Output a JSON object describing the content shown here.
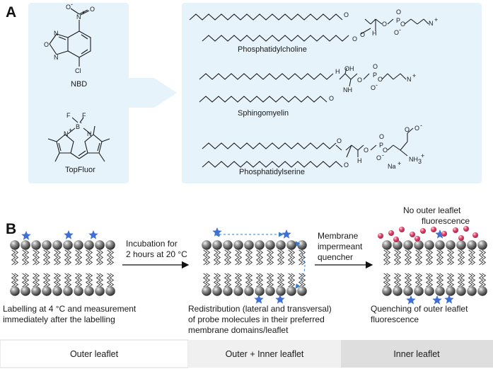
{
  "panel_a": {
    "letter": "A",
    "probes": {
      "nbd": "NBD",
      "topfluor": "TopFluor"
    },
    "lipids": {
      "pc": "Phosphatidylcholine",
      "sm": "Sphingomyelin",
      "ps": "Phosphatidylserine"
    },
    "atoms": {
      "no2_n": "N",
      "no2_plus": "+",
      "no2_o1": "O",
      "no2_o2": "O",
      "no2_minus": "-",
      "ring_n1": "N",
      "ring_o": "O",
      "ring_n2": "N",
      "cl": "Cl",
      "bf_f1": "F",
      "bf_f2": "F",
      "bf_b": "B",
      "bf_bminus": "-",
      "bf_n1": "N",
      "bf_n2": "N",
      "bf_nplus": "+",
      "o": "O",
      "p": "P",
      "h": "H",
      "oh": "OH",
      "nh": "NH",
      "nplus": "N",
      "plus": "+",
      "ominus": "O",
      "minus": "-",
      "nh3": "NH",
      "sub3": "3",
      "na": "Na"
    }
  },
  "panel_b": {
    "letter": "B",
    "step1_label": "Incubation for 2 hours at 20 °C",
    "step1_lines": [
      "Incubation for",
      "2 hours at 20 °C"
    ],
    "step2_lines": [
      "Membrane",
      "impermeant",
      "quencher"
    ],
    "top_note_lines": [
      "No outer leaflet",
      "fluorescence"
    ],
    "captions": {
      "c1": [
        "Labelling at 4 °C and measurement",
        "immediately after the labelling"
      ],
      "c2": [
        "Redistribution (lateral and transversal)",
        "of probe molecules in their preferred",
        "membrane domains/leaflet"
      ],
      "c3": [
        "Quenching of outer leaflet",
        "fluorescence"
      ]
    },
    "bottom_bar": [
      "Outer leaflet",
      "Outer + Inner leaflet",
      "Inner leaflet"
    ]
  },
  "colors": {
    "panel_bg": "#e6f3fb",
    "star": "#3f6fd4",
    "quencher": "#e0456b",
    "bar": [
      "#ffffff",
      "#f0f0f0",
      "#dedede"
    ]
  }
}
